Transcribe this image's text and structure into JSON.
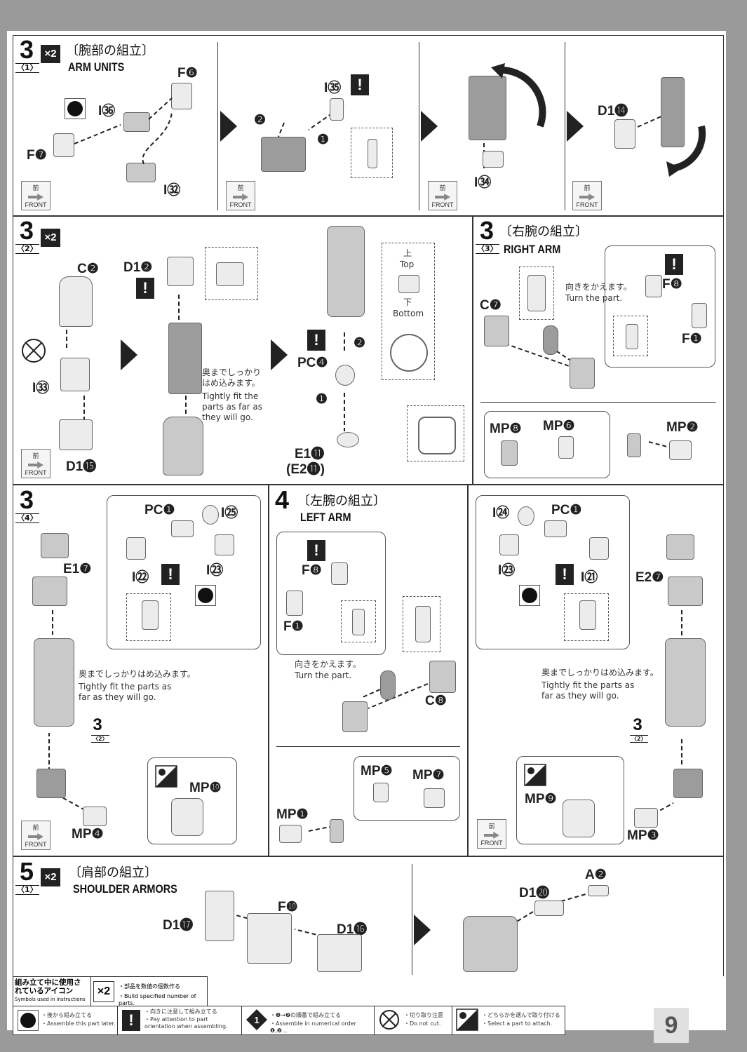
{
  "page_number": "9",
  "step3_1": {
    "step": "3",
    "sub": "〈1〉",
    "multiplier": "×2",
    "title_jp": "〔腕部の組立〕",
    "title_en": "ARM UNITS",
    "labels": [
      "F❻",
      "I㊱",
      "F❼",
      "I㉜",
      "I㉟",
      "❷",
      "❶",
      "I㉞",
      "D1⓮"
    ]
  },
  "step3_2": {
    "step": "3",
    "sub": "〈2〉",
    "multiplier": "×2",
    "labels": [
      "C❷",
      "I㉝",
      "D1⓯",
      "D1❷",
      "PC❹",
      "E1⓫",
      "(E2⓫)",
      "❷",
      "❶"
    ],
    "note_jp": "奥までしっかりはめ込みます。",
    "note_en": "Tightly fit the parts as far as they will go.",
    "top_jp": "上",
    "top_en": "Top",
    "bottom_jp": "下",
    "bottom_en": "Bottom"
  },
  "step3_3": {
    "step": "3",
    "sub": "〈3〉",
    "title_jp": "〔右腕の組立〕",
    "title_en": "RIGHT ARM",
    "labels": [
      "C❼",
      "F❽",
      "F❶",
      "MP❽",
      "MP❻",
      "MP❷"
    ],
    "turn_jp": "向きをかえます。",
    "turn_en": "Turn the part."
  },
  "step3_4": {
    "step": "3",
    "sub": "〈4〉",
    "labels": [
      "PC❶",
      "I㉕",
      "I㉒",
      "I㉓",
      "E1❼",
      "MP❿",
      "MP❹"
    ],
    "note_jp": "奥までしっかりはめ込みます。",
    "note_en": "Tightly fit the parts as far as they will go.",
    "ref_step": "3",
    "ref_sub": "〈2〉"
  },
  "step4": {
    "step": "4",
    "title_jp": "〔左腕の組立〕",
    "title_en": "LEFT ARM",
    "labels": [
      "F❽",
      "F❶",
      "C❽",
      "MP❺",
      "MP❼",
      "MP❶"
    ],
    "turn_jp": "向きをかえます。",
    "turn_en": "Turn the part."
  },
  "step4_right": {
    "labels": [
      "I㉔",
      "PC❶",
      "I㉓",
      "I㉑",
      "E2❼",
      "MP❾",
      "MP❸"
    ],
    "note_jp": "奥までしっかりはめ込みます。",
    "note_en": "Tightly fit the parts as far as they will go.",
    "ref_step": "3",
    "ref_sub": "〈2〉"
  },
  "step5_1": {
    "step": "5",
    "sub": "〈1〉",
    "multiplier": "×2",
    "title_jp": "〔肩部の組立〕",
    "title_en": "SHOULDER ARMORS",
    "labels": [
      "F❿",
      "D1⓱",
      "D1⓰",
      "A❷",
      "D1⓴"
    ]
  },
  "front_badge": {
    "jp": "前",
    "en": "FRONT"
  },
  "legend": {
    "title_jp": "組み立て中に使用されているアイコン",
    "title_en": "Symbols used in instructions",
    "x2_icon": "×2",
    "x2_jp": "・部品を数値の個数作る",
    "x2_en": "・Build specified number of parts.",
    "items": [
      {
        "icon": "ball-icon",
        "jp": "・後から組み立てる",
        "en": "・Assemble this part later."
      },
      {
        "icon": "warning-icon",
        "jp": "・向きに注意して組み立てる",
        "en": "・Pay attention to part orientation when assembling."
      },
      {
        "icon": "order-icon",
        "jp": "・❶→❷の順番で組み立てる",
        "en": "・Assemble in numerical order ❶,❷..."
      },
      {
        "icon": "no-cut-icon",
        "jp": "・切り取り注意",
        "en": "・Do not cut."
      },
      {
        "icon": "select-icon",
        "jp": "・どちらかを選んで取り付ける",
        "en": "・Select a part to attach."
      }
    ]
  }
}
